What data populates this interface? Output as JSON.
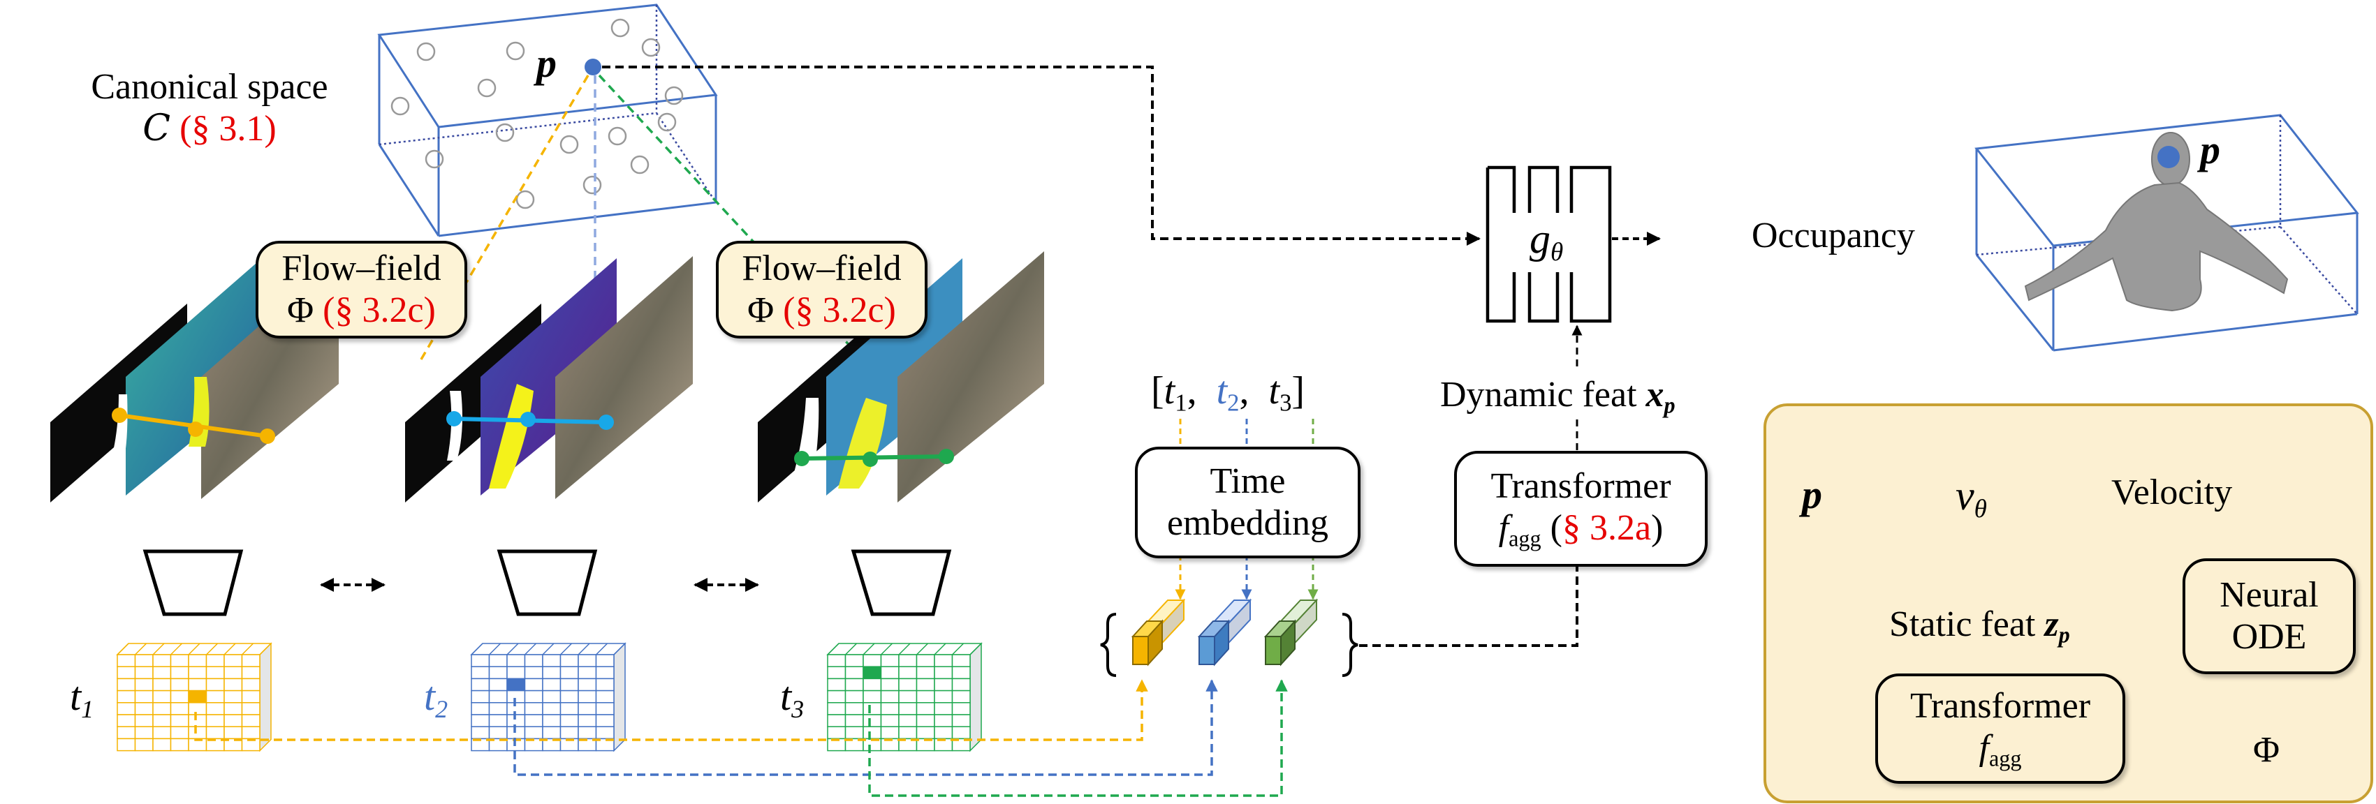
{
  "canonical": {
    "title": "Canonical space",
    "symbol": "C",
    "ref": "(§ 3.1)"
  },
  "point_label": "p",
  "flow_field_boxes": [
    {
      "title": "Flow–field",
      "symbol": "Φ",
      "ref": "(§ 3.2c)"
    },
    {
      "title": "Flow–field",
      "symbol": "Φ",
      "ref": "(§ 3.2c)"
    }
  ],
  "frames": [
    {
      "time": "t",
      "index": "1",
      "color": "#f5b400"
    },
    {
      "time": "t",
      "index": "2",
      "color": "#4472c4"
    },
    {
      "time": "t",
      "index": "3",
      "color": "#1fa84f"
    }
  ],
  "time_list": {
    "open": "[",
    "items": [
      {
        "t": "t",
        "i": "1"
      },
      {
        "t": "t",
        "i": "2"
      },
      {
        "t": "t",
        "i": "3"
      }
    ],
    "close": "]"
  },
  "time_embedding": {
    "line1": "Time",
    "line2": "embedding"
  },
  "transformer_main": {
    "line1": "Transformer",
    "fn": "f",
    "sub": "agg",
    "ref": "§ 3.2a"
  },
  "dynamic_feat": {
    "label": "Dynamic feat",
    "symbol": "x",
    "sub": "p"
  },
  "g_network": {
    "symbol": "g",
    "sub": "θ"
  },
  "occupancy": "Occupancy",
  "human_point_label": "p",
  "inset": {
    "input": "p",
    "network": {
      "symbol": "v",
      "sub": "θ"
    },
    "output": "Velocity",
    "static_feat": {
      "label": "Static feat",
      "symbol": "z",
      "sub": "p"
    },
    "transformer": {
      "line1": "Transformer",
      "fn": "f",
      "sub": "agg"
    },
    "ode": {
      "line1": "Neural",
      "line2": "ODE"
    },
    "result": "Φ"
  },
  "colors": {
    "yellow": "#f5b400",
    "blue": "#4472c4",
    "green": "#1fa84f",
    "red_ref": "#e60000",
    "panel_bg": "#fcf0d2",
    "panel_border": "#c8a032",
    "box_cream": "#fdf3d6"
  }
}
